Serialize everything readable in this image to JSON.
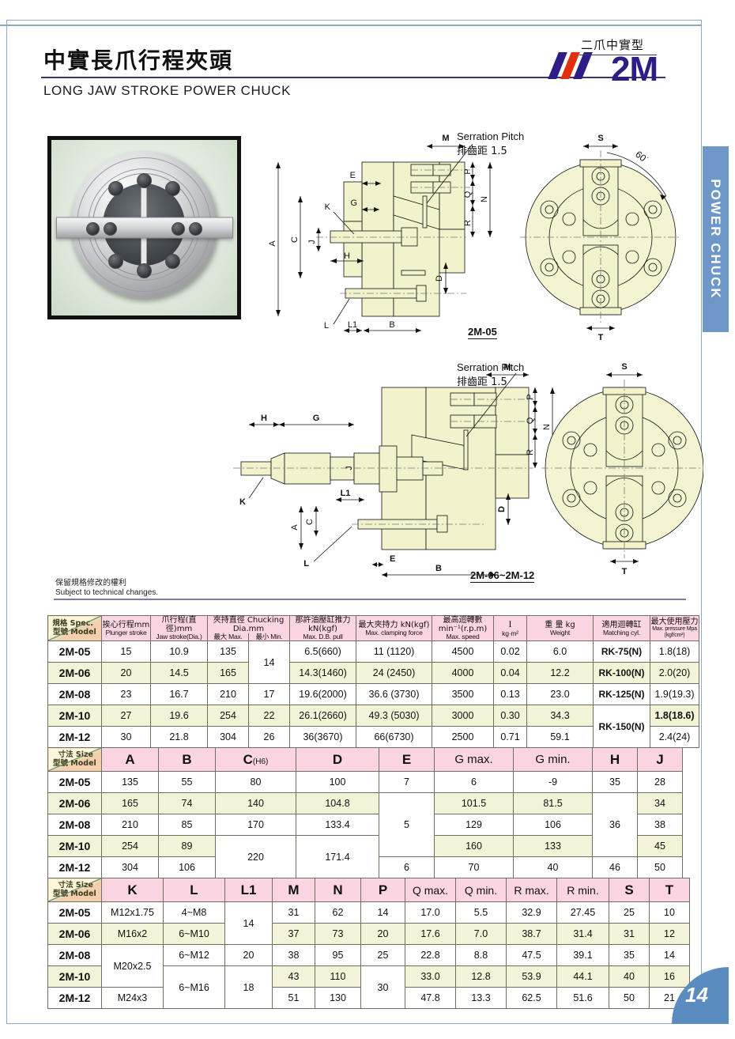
{
  "header": {
    "title_zh": "中實長爪行程夾頭",
    "title_en": "LONG JAW STROKE POWER CHUCK",
    "model_zh": "二爪中實型",
    "model_code": "2M"
  },
  "side_tab": {
    "label": "POWER  CHUCK"
  },
  "page_number": "14",
  "note": {
    "zh": "保留規格修改的權利",
    "en": "Subject to technical changes."
  },
  "drawings": {
    "serration_en": "Serration Pitch",
    "serration_zh": "排齒距 1.5",
    "label_top": "2M-05",
    "label_bottom": "2M-06~2M-12",
    "angle": "60",
    "dims": [
      "A",
      "B",
      "C",
      "D",
      "E",
      "G",
      "H",
      "J",
      "K",
      "L",
      "L1",
      "M",
      "N",
      "P",
      "Q",
      "R",
      "S",
      "T"
    ]
  },
  "table_spec": {
    "corner": {
      "top": "規格  Spec.",
      "bottom": "型號 Model"
    },
    "columns": [
      {
        "zh": "挨心行程mm",
        "en": "Plunger stroke"
      },
      {
        "zh": "爪行程(直徑)mm",
        "en": "Jaw stroke(Dia.)"
      },
      {
        "zh": "夾持直徑  Chucking Dia.mm",
        "en": "最大 Max."
      },
      {
        "zh": "",
        "en": "最小  Min."
      },
      {
        "zh": "那許油壓缸推力 kN(kgf)",
        "en": "Max. D.B. pull"
      },
      {
        "zh": "最大夾持力 kN(kgf)",
        "en": "Max. clamping force"
      },
      {
        "zh": "最高迴轉數 min⁻¹(r.p.m)",
        "en": "Max. speed"
      },
      {
        "zh": "I",
        "en": "kg·m²"
      },
      {
        "zh": "重 量  kg",
        "en": "Weight"
      },
      {
        "zh": "適用迴轉缸",
        "en": "Matching cyl."
      },
      {
        "zh": "最大使用壓力",
        "en": "Max. pressure Mpa (kgf/cm²)"
      }
    ],
    "rows": [
      {
        "model": "2M-05",
        "plunger": "15",
        "jaw": "10.9",
        "max_dia": "135",
        "min_dia": "14",
        "db_pull": "6.5(660)",
        "clamp": "11 (1120)",
        "speed": "4500",
        "i": "0.02",
        "weight": "6.0",
        "cyl": "RK-75(N)",
        "pressure": "1.8(18)"
      },
      {
        "model": "2M-06",
        "plunger": "20",
        "jaw": "14.5",
        "max_dia": "165",
        "min_dia": "",
        "db_pull": "14.3(1460)",
        "clamp": "24 (2450)",
        "speed": "4000",
        "i": "0.04",
        "weight": "12.2",
        "cyl": "RK-100(N)",
        "pressure": "2.0(20)"
      },
      {
        "model": "2M-08",
        "plunger": "23",
        "jaw": "16.7",
        "max_dia": "210",
        "min_dia": "17",
        "db_pull": "19.6(2000)",
        "clamp": "36.6 (3730)",
        "speed": "3500",
        "i": "0.13",
        "weight": "23.0",
        "cyl": "RK-125(N)",
        "pressure": "1.9(19.3)"
      },
      {
        "model": "2M-10",
        "plunger": "27",
        "jaw": "19.6",
        "max_dia": "254",
        "min_dia": "22",
        "db_pull": "26.1(2660)",
        "clamp": "49.3 (5030)",
        "speed": "3000",
        "i": "0.30",
        "weight": "34.3",
        "cyl": "RK-150(N)",
        "pressure": "1.8(18.6)"
      },
      {
        "model": "2M-12",
        "plunger": "30",
        "jaw": "21.8",
        "max_dia": "304",
        "min_dia": "26",
        "db_pull": "36(3670)",
        "clamp": "66(6730)",
        "speed": "2500",
        "i": "0.71",
        "weight": "59.1",
        "cyl": "",
        "pressure": "2.4(24)"
      }
    ]
  },
  "table_size1": {
    "corner": {
      "top": "寸法  Size",
      "bottom": "型號 Model"
    },
    "columns": [
      "A",
      "B",
      "C",
      "D",
      "E",
      "G max.",
      "G min.",
      "H",
      "J"
    ],
    "c_sub": "(H6)",
    "rows": [
      {
        "model": "2M-05",
        "A": "135",
        "B": "55",
        "C": "80",
        "D": "100",
        "E": "7",
        "Gmax": "6",
        "Gmin": "-9",
        "H": "35",
        "J": "28"
      },
      {
        "model": "2M-06",
        "A": "165",
        "B": "74",
        "C": "140",
        "D": "104.8",
        "E": "",
        "Gmax": "101.5",
        "Gmin": "81.5",
        "H": "",
        "J": "34"
      },
      {
        "model": "2M-08",
        "A": "210",
        "B": "85",
        "C": "170",
        "D": "133.4",
        "E": "5",
        "Gmax": "129",
        "Gmin": "106",
        "H": "36",
        "J": "38"
      },
      {
        "model": "2M-10",
        "A": "254",
        "B": "89",
        "C": "220",
        "D": "171.4",
        "E": "",
        "Gmax": "160",
        "Gmin": "133",
        "H": "",
        "J": "45"
      },
      {
        "model": "2M-12",
        "A": "304",
        "B": "106",
        "C": "",
        "D": "",
        "E": "6",
        "Gmax": "70",
        "Gmin": "40",
        "H": "46",
        "J": "50"
      }
    ]
  },
  "table_size2": {
    "corner": {
      "top": "寸法  Size",
      "bottom": "型號 Model"
    },
    "columns": [
      "K",
      "L",
      "L1",
      "M",
      "N",
      "P",
      "Q max.",
      "Q min.",
      "R max.",
      "R min.",
      "S",
      "T"
    ],
    "rows": [
      {
        "model": "2M-05",
        "K": "M12x1.75",
        "L": "4~M8",
        "L1": "14",
        "M": "31",
        "N": "62",
        "P": "14",
        "Qmax": "17.0",
        "Qmin": "5.5",
        "Rmax": "32.9",
        "Rmin": "27.45",
        "S": "25",
        "T": "10"
      },
      {
        "model": "2M-06",
        "K": "M16x2",
        "L": "6~M10",
        "L1": "",
        "M": "37",
        "N": "73",
        "P": "20",
        "Qmax": "17.6",
        "Qmin": "7.0",
        "Rmax": "38.7",
        "Rmin": "31.4",
        "S": "31",
        "T": "12"
      },
      {
        "model": "2M-08",
        "K": "M20x2.5",
        "L": "6~M12",
        "L1": "20",
        "M": "38",
        "N": "95",
        "P": "25",
        "Qmax": "22.8",
        "Qmin": "8.8",
        "Rmax": "47.5",
        "Rmin": "39.1",
        "S": "35",
        "T": "14"
      },
      {
        "model": "2M-10",
        "K": "",
        "L": "6~M16",
        "L1": "18",
        "M": "43",
        "N": "110",
        "P": "30",
        "Qmax": "33.0",
        "Qmin": "12.8",
        "Rmax": "53.9",
        "Rmin": "44.1",
        "S": "40",
        "T": "16"
      },
      {
        "model": "2M-12",
        "K": "M24x3",
        "L": "",
        "L1": "",
        "M": "51",
        "N": "130",
        "P": "",
        "Qmax": "47.8",
        "Qmin": "13.3",
        "Rmax": "62.5",
        "Rmin": "51.6",
        "S": "50",
        "T": "21"
      }
    ]
  },
  "colors": {
    "header_pink": "#fbd5e2",
    "alt_row": "#f2f3d7",
    "tab_blue": "#6d97c6",
    "logo_blue": "#2d1d86",
    "logo_red": "#e03010",
    "drawing_fill": "#f2f2cd"
  }
}
